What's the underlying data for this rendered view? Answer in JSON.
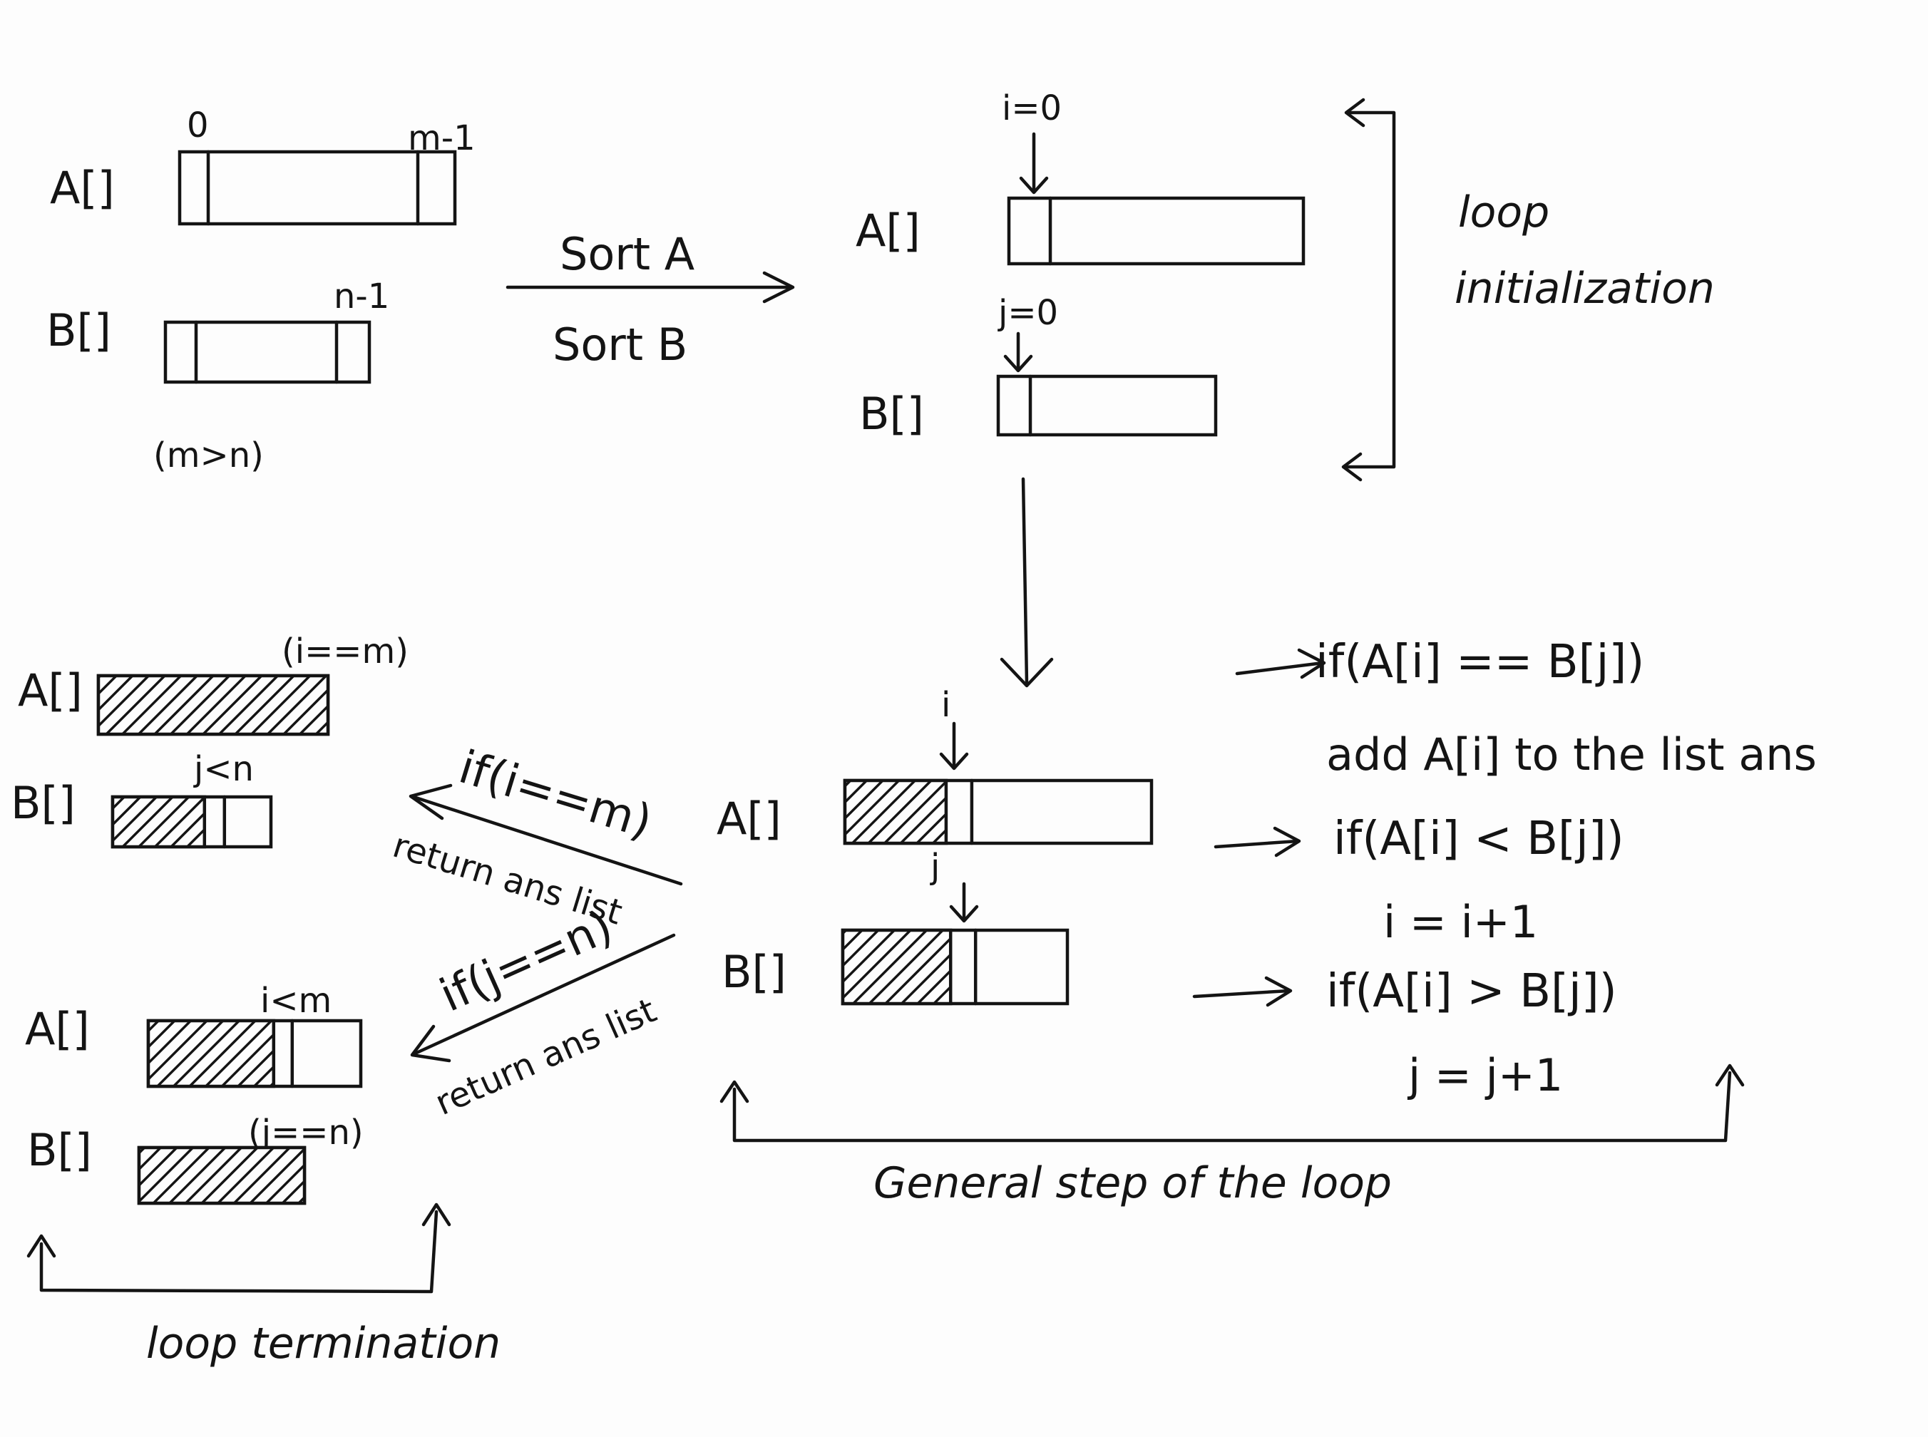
{
  "initial": {
    "a_label": "A[]",
    "b_label": "B[]",
    "a_start": "0",
    "a_end": "m-1",
    "b_end": "n-1",
    "size_note": "(m>n)"
  },
  "sort_step": {
    "line1": "Sort A",
    "line2": "Sort B"
  },
  "init_state": {
    "a_label": "A[]",
    "b_label": "B[]",
    "i_ptr": "i=0",
    "j_ptr": "j=0",
    "caption_line1": "loop",
    "caption_line2": "initialization"
  },
  "general": {
    "a_label": "A[]",
    "b_label": "B[]",
    "i_ptr": "i",
    "j_ptr": "j",
    "a_fill": 0.33,
    "b_fill": 0.48,
    "cases": [
      {
        "cond": "if(A[i] == B[j])",
        "action": "add A[i] to the list ans"
      },
      {
        "cond": "if(A[i] < B[j])",
        "action": "i = i+1"
      },
      {
        "cond": "if(A[i] > B[j])",
        "action": "j = j+1"
      }
    ],
    "caption": "General step of the loop"
  },
  "termination": {
    "case1": {
      "a_label": "A[]",
      "b_label": "B[]",
      "a_note": "(i==m)",
      "b_note": "j<n",
      "arrow_cond": "if(i==m)",
      "arrow_action": "return ans list",
      "a_fill": 1.0,
      "b_fill": 0.58
    },
    "case2": {
      "a_label": "A[]",
      "b_label": "B[]",
      "a_note": "i<m",
      "b_note": "(j==n)",
      "arrow_cond": "if(j==n)",
      "arrow_action": "return ans list",
      "a_fill": 0.59,
      "b_fill": 1.0
    },
    "caption": "loop termination"
  }
}
